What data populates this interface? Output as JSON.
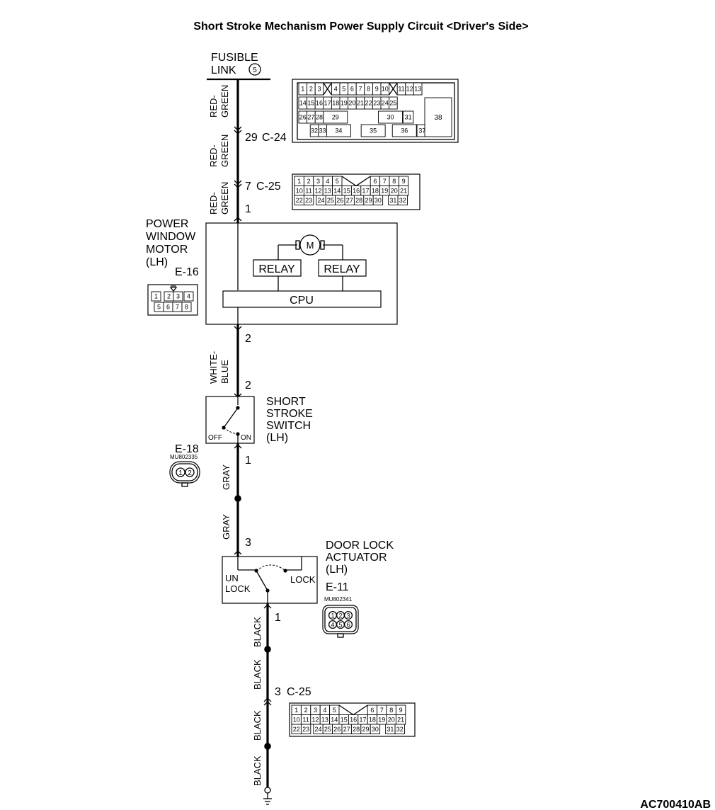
{
  "title": "Short Stroke Mechanism Power Supply Circuit <Driver's Side>",
  "doc_code": "AC700410AB",
  "fusible_link": {
    "line1": "FUSIBLE",
    "line2": "LINK",
    "number": "5"
  },
  "wires": {
    "red_green_1a": "RED-",
    "red_green_1b": "GREEN",
    "red_green_2a": "RED-",
    "red_green_2b": "GREEN",
    "red_green_3a": "RED-",
    "red_green_3b": "GREEN",
    "white_blue_a": "WHITE-",
    "white_blue_b": "BLUE",
    "gray_1": "GRAY",
    "gray_2": "GRAY",
    "black_1": "BLACK",
    "black_2": "BLACK",
    "black_3": "BLACK",
    "black_4": "BLACK"
  },
  "connectors": {
    "c24": {
      "pin": "29",
      "name": "C-24"
    },
    "c25_top": {
      "pin": "7",
      "name": "C-25"
    },
    "c25_bottom": {
      "pin": "3",
      "name": "C-25"
    }
  },
  "c24_cells": {
    "row1": [
      "1",
      "2",
      "3",
      "4",
      "5",
      "6",
      "7",
      "8",
      "9",
      "10",
      "11",
      "12",
      "13"
    ],
    "row2": [
      "14",
      "15",
      "16",
      "17",
      "18",
      "19",
      "20",
      "21",
      "22",
      "23",
      "24",
      "25"
    ],
    "row3": [
      "26",
      "27",
      "28",
      "29",
      "30",
      "31"
    ],
    "row4": [
      "32",
      "33",
      "34",
      "35",
      "36",
      "37"
    ],
    "big": "38"
  },
  "c25_cells": {
    "row1": [
      "1",
      "2",
      "3",
      "4",
      "5",
      "6",
      "7",
      "8",
      "9"
    ],
    "row2": [
      "10",
      "11",
      "12",
      "13",
      "14",
      "15",
      "16",
      "17",
      "18",
      "19",
      "20",
      "21"
    ],
    "row3": [
      "22",
      "23",
      "24",
      "25",
      "26",
      "27",
      "28",
      "29",
      "30",
      "31",
      "32"
    ]
  },
  "power_window_motor": {
    "line1": "POWER",
    "line2": "WINDOW",
    "line3": "MOTOR",
    "line4": "(LH)",
    "connector": "E-16",
    "pin_in": "1",
    "pin_out": "2",
    "motor_symbol": "M",
    "relay_left": "RELAY",
    "relay_right": "RELAY",
    "cpu": "CPU",
    "conn_cells": [
      "1",
      "2",
      "3",
      "4",
      "5",
      "6",
      "7",
      "8"
    ]
  },
  "short_stroke_switch": {
    "line1": "SHORT",
    "line2": "STROKE",
    "line3": "SWITCH",
    "line4": "(LH)",
    "connector": "E-18",
    "part_no": "MU802335",
    "pin_in": "2",
    "pin_out": "1",
    "off": "OFF",
    "on": "ON",
    "conn_cells": [
      "1",
      "2"
    ]
  },
  "door_lock_actuator": {
    "line1": "DOOR LOCK",
    "line2": "ACTUATOR",
    "line3": "(LH)",
    "connector": "E-11",
    "part_no": "MU802341",
    "pin_in": "3",
    "pin_out": "1",
    "unlock_1": "UN",
    "unlock_2": "LOCK",
    "lock": "LOCK",
    "conn_cells": [
      "1",
      "2",
      "3",
      "4",
      "5",
      "6"
    ]
  }
}
